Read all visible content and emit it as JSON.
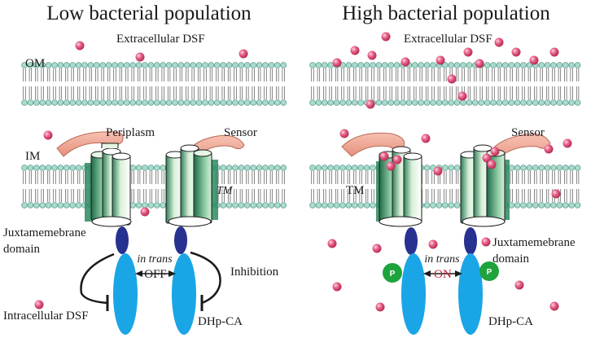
{
  "titles": {
    "left": "Low bacterial population",
    "right": "High bacterial population"
  },
  "labels": {
    "extracellular_dsf_left": "Extracellular DSF",
    "extracellular_dsf_right": "Extracellular DSF",
    "om": "OM",
    "im": "IM",
    "periplasm": "Periplasm",
    "sensor_left": "Sensor",
    "sensor_right": "Sensor",
    "tm_left": "TM",
    "tm_right": "TM",
    "juxta_left_1": "Juxtamemebrane",
    "juxta_left_2": "domain",
    "juxta_right_1": "Juxtamemebrane",
    "juxta_right_2": "domain",
    "in_trans_left": "in trans",
    "in_trans_right": "in trans",
    "off": "OFF",
    "on": "ON",
    "inhibition": "Inhibition",
    "intracellular_dsf": "Intracellular DSF",
    "dhp_ca_left": "DHp-CA",
    "dhp_ca_right": "DHp-CA",
    "phospho": "P"
  },
  "colors": {
    "lipid_head": "#a8dccf",
    "lipid_outline": "#5e9a8a",
    "dsf": "#e0567a",
    "sensor": "#f2a793",
    "juxta": "#27318f",
    "dhp": "#1aa6e6",
    "phospho": "#1fa33c",
    "on_text": "#c0203a",
    "helix": "#cfe6cf"
  }
}
